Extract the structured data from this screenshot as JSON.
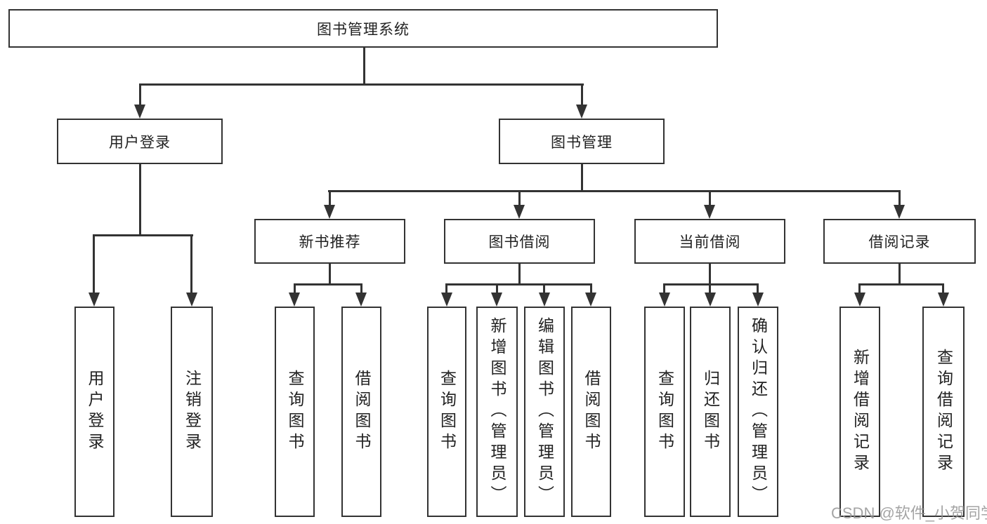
{
  "diagram": {
    "root": "图书管理系统",
    "groups": [
      {
        "label": "用户登录",
        "children": [
          "用户登录",
          "注销登录"
        ]
      },
      {
        "label": "图书管理",
        "subgroups": [
          {
            "label": "新书推荐",
            "children": [
              "查询图书",
              "借阅图书"
            ]
          },
          {
            "label": "图书借阅",
            "children": [
              "查询图书",
              "新增图书（管理员）",
              "编辑图书（管理员）",
              "借阅图书"
            ]
          },
          {
            "label": "当前借阅",
            "children": [
              "查询图书",
              "归还图书",
              "确认归还（管理员）"
            ]
          },
          {
            "label": "借阅记录",
            "children": [
              "新增借阅记录",
              "查询借阅记录"
            ]
          }
        ]
      }
    ],
    "line_color": "#333333",
    "background_color": "#ffffff",
    "text_color": "#222222"
  },
  "watermark": {
    "text": "CSDN @软件_小贺同学",
    "color": "#949494"
  }
}
